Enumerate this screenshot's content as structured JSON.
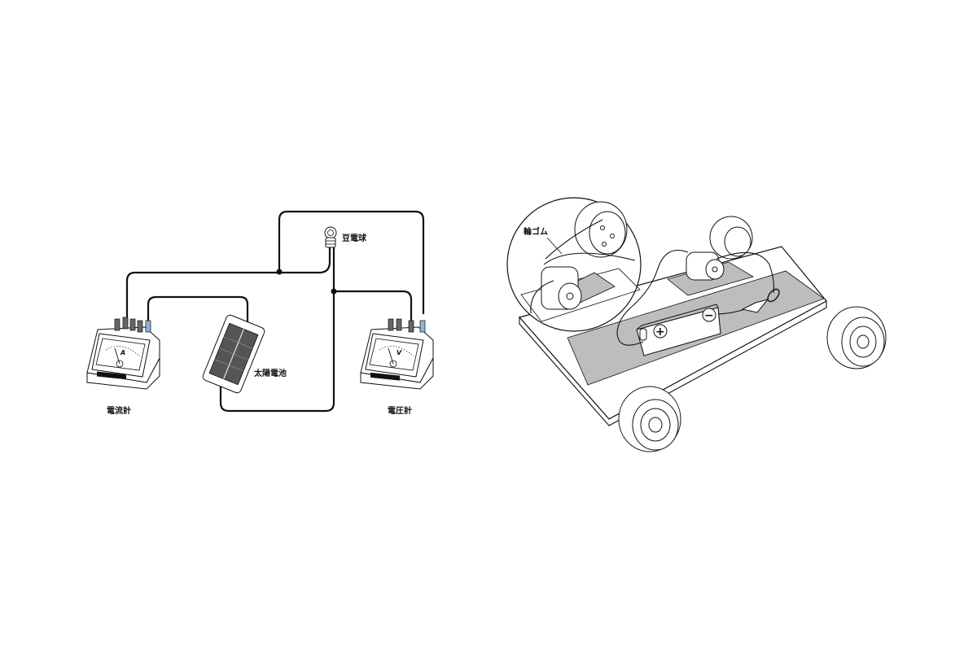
{
  "figure_left": {
    "title": "solar-cell circuit with meters",
    "labels": {
      "ammeter": "電流計",
      "solar_cell": "太陽電池",
      "bulb": "豆電球",
      "voltmeter": "電圧計"
    },
    "ammeter_face_symbol": "A",
    "voltmeter_face_symbol": "V"
  },
  "figure_right": {
    "title": "motor car with battery",
    "labels": {
      "rubber_band": "輪ゴム"
    },
    "battery_symbols": {
      "plus": "+",
      "minus": "−"
    }
  },
  "colors": {
    "line": "#111111",
    "panel_gray": "#bdbdbd",
    "terminal_blue": "#8fb3d6",
    "background": "#ffffff"
  }
}
